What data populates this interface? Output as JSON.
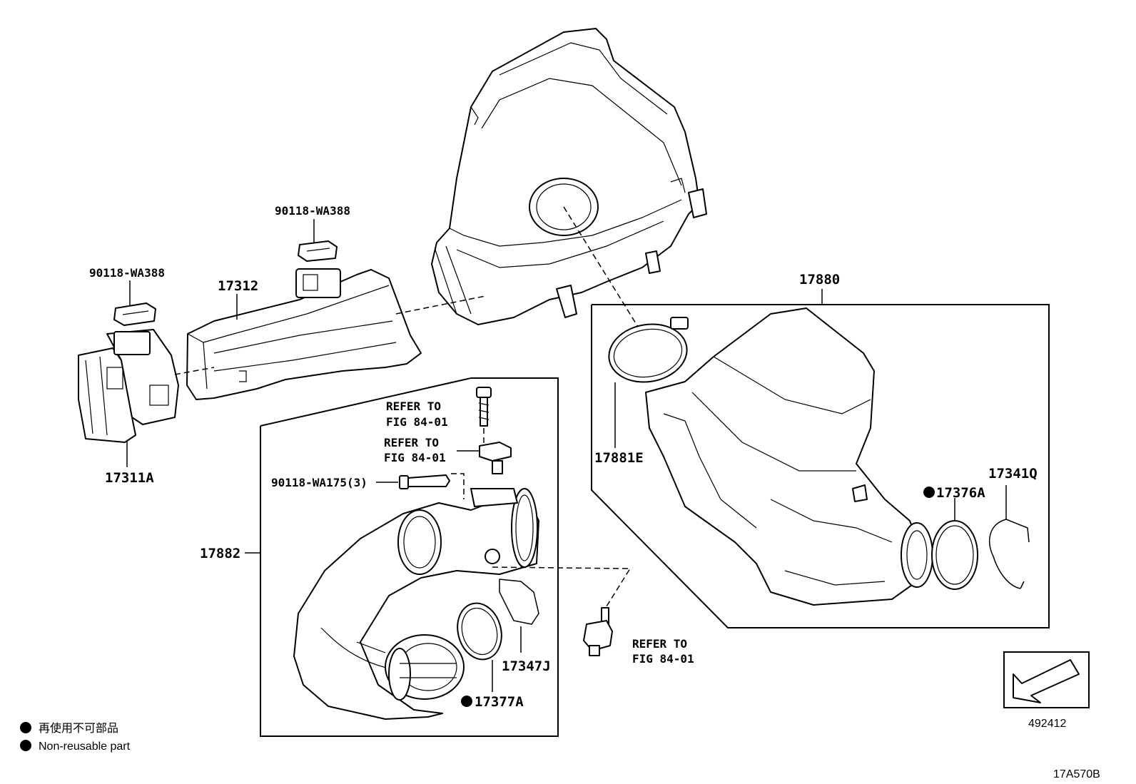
{
  "labels": {
    "p_90118_wa388_top": "90118-WA388",
    "p_90118_wa388_left": "90118-WA388",
    "p_17312": "17312",
    "p_17311a": "17311A",
    "p_17880": "17880",
    "p_17881e": "17881E",
    "p_17376a": "17376A",
    "p_17341q": "17341Q",
    "p_17882": "17882",
    "p_90118_wa175": "90118-WA175(3)",
    "p_17347j": "17347J",
    "p_17377a": "17377A",
    "refer_to_1": "REFER TO",
    "fig_1": "FIG 84-01",
    "refer_to_2": "REFER TO",
    "fig_2": "FIG 84-01",
    "refer_to_3": "REFER TO",
    "fig_3": "FIG 84-01"
  },
  "legend": {
    "non_reusable_jp": "再使用不可部品",
    "non_reusable_en": "Non-reusable part"
  },
  "direction_box_code": "492412",
  "drawing_code": "17A570B"
}
